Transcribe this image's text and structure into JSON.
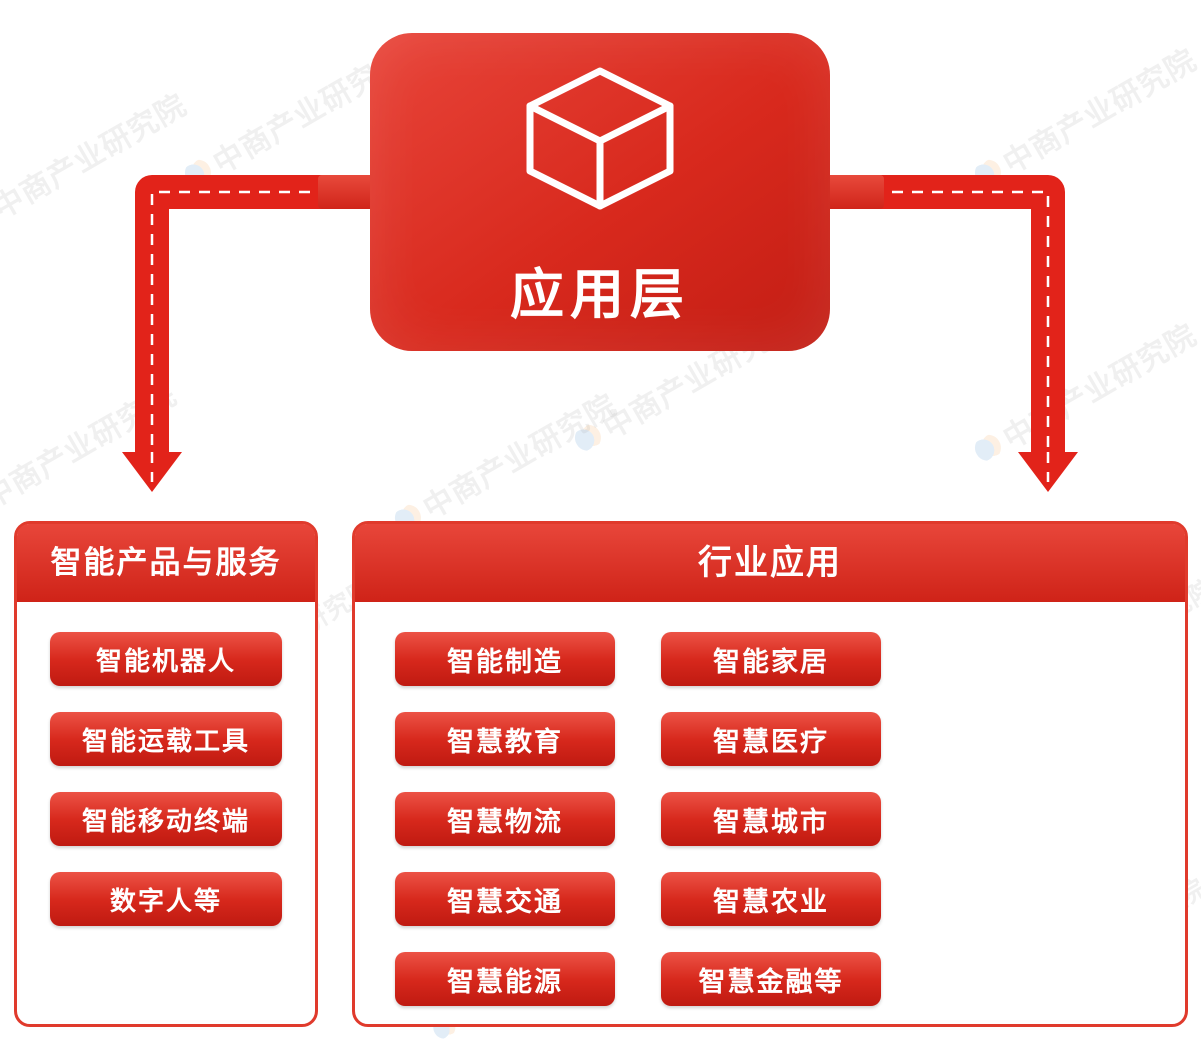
{
  "diagram": {
    "type": "hierarchy",
    "top": {
      "title": "应用层",
      "icon": "cube-icon",
      "accent": "#d8291d"
    },
    "panels": [
      {
        "id": "intelligent-products",
        "header": "智能产品与服务",
        "chips": [
          "智能机器人",
          "智能运载工具",
          "智能移动终端",
          "数字人等"
        ]
      },
      {
        "id": "industry-applications",
        "header": "行业应用",
        "chips": [
          "智能制造",
          "智能家居",
          "智慧教育",
          "智慧医疗",
          "智慧物流",
          "智慧城市",
          "智慧交通",
          "智慧农业",
          "智慧能源",
          "智慧金融等"
        ]
      }
    ],
    "colors": {
      "chip_fill": "#d7281c",
      "panel_border": "#e03a2c",
      "connector": "#e2231a",
      "dash": "#ffffff"
    }
  },
  "watermark": {
    "text": "中商产业研究院"
  }
}
